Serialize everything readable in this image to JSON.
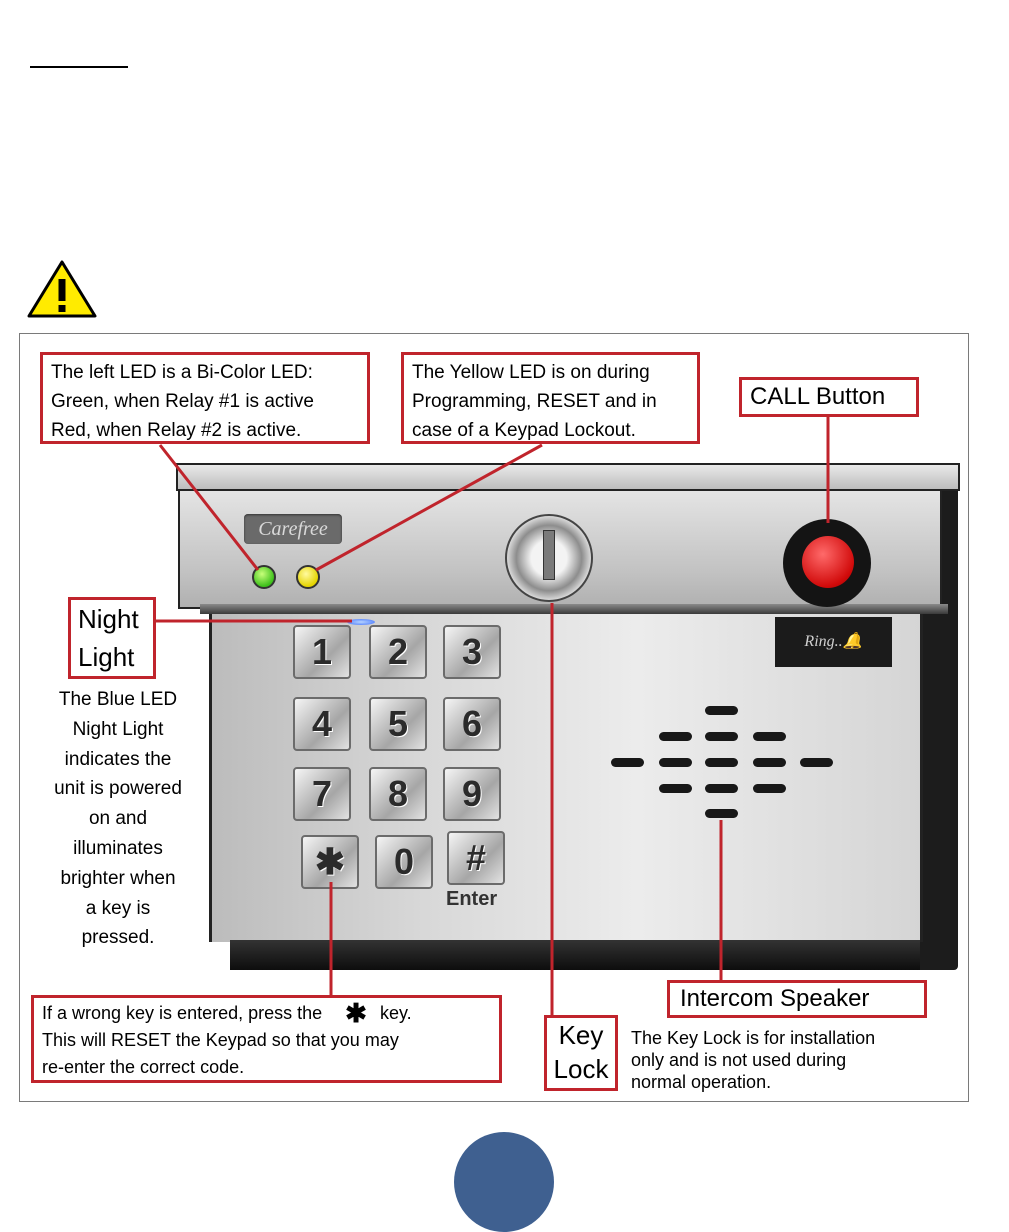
{
  "callouts": {
    "bicolor_led": {
      "line1": "The left LED is a Bi-Color LED:",
      "line2": "Green, when Relay #1 is active",
      "line3": "Red, when Relay #2 is active."
    },
    "yellow_led": {
      "line1": "The Yellow LED is on during",
      "line2": "Programming, RESET and in",
      "line3": "case of a Keypad Lockout."
    },
    "call_button": "CALL Button",
    "night_light": {
      "line1": "Night",
      "line2": "Light"
    },
    "night_light_desc": {
      "line1": "The Blue LED",
      "line2": "Night Light",
      "line3": "indicates the",
      "line4": "unit is powered",
      "line5": "on and",
      "line6": "illuminates",
      "line7": "brighter when",
      "line8": "a key is",
      "line9": "pressed."
    },
    "wrong_key": {
      "line1_a": "If a wrong key is entered, press the",
      "line1_symbol": "✱",
      "line1_b": "key.",
      "line2": "This will RESET the Keypad so that you may",
      "line3": "re-enter the correct code."
    },
    "key_lock": {
      "line1": "Key",
      "line2": "Lock"
    },
    "key_lock_desc": {
      "line1": "The Key Lock is for installation",
      "line2": "only and is not used during",
      "line3": "normal operation."
    },
    "intercom_speaker": "Intercom Speaker"
  },
  "device": {
    "brand": "Carefree",
    "ring_sticker": "Ring..🔔",
    "keys": [
      "1",
      "2",
      "3",
      "4",
      "5",
      "6",
      "7",
      "8",
      "9",
      "✱",
      "0",
      "#"
    ],
    "enter_label": "Enter"
  },
  "colors": {
    "callout_border": "#c0242c",
    "page_circle": "#3f6090",
    "warning_fill": "#ffeb00"
  },
  "icons": {
    "warning": "warning-triangle-icon"
  }
}
